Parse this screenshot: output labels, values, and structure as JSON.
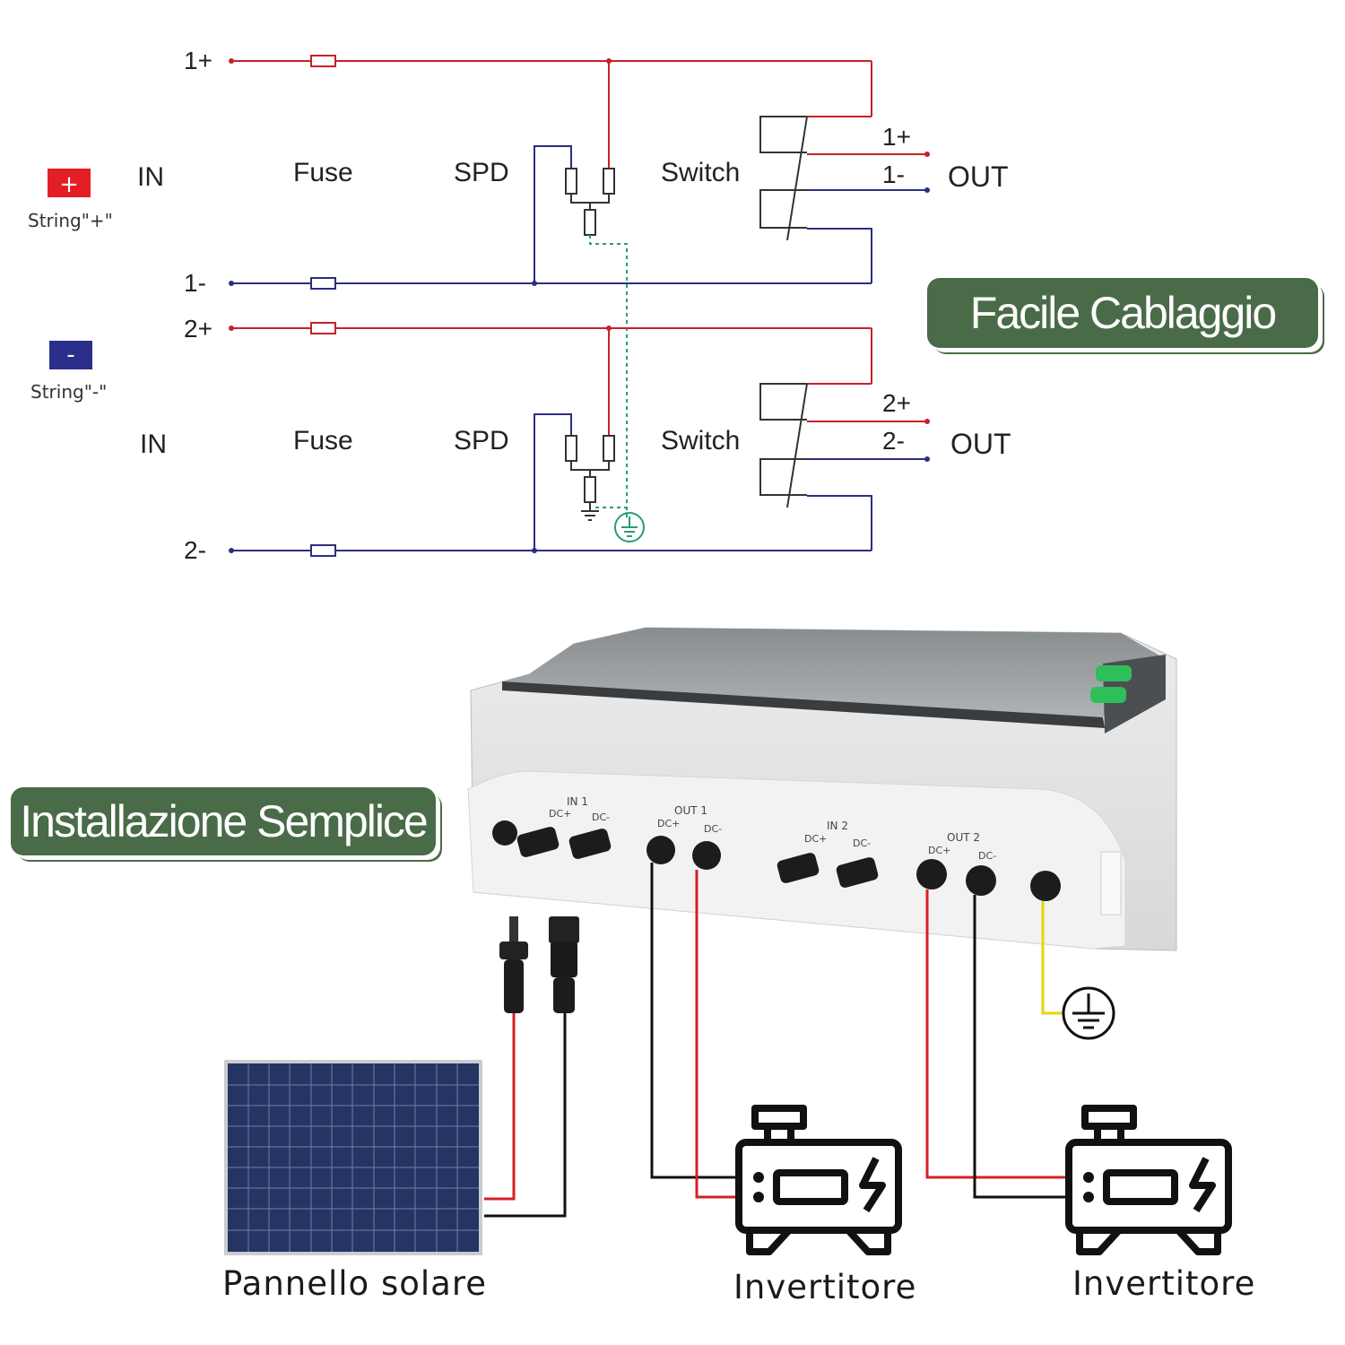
{
  "schematic": {
    "string_plus": {
      "symbol": "+",
      "label": "String\"+\"",
      "color": "#e31e24"
    },
    "string_minus": {
      "symbol": "-",
      "label": "String\"-\"",
      "color": "#2b2f8c"
    },
    "circuit1": {
      "in": "IN",
      "fuse": "Fuse",
      "spd": "SPD",
      "switch": "Switch",
      "out": "OUT",
      "in_plus": "1+",
      "in_minus": "1-",
      "out_plus": "1+",
      "out_minus": "1-"
    },
    "circuit2": {
      "in": "IN",
      "fuse": "Fuse",
      "spd": "SPD",
      "switch": "Switch",
      "out": "OUT",
      "in_plus": "2+",
      "in_minus": "2-",
      "out_plus": "2+",
      "out_minus": "2-"
    },
    "wire_colors": {
      "positive": "#c8202a",
      "negative": "#2a2f80",
      "ground": "#2a9d6f"
    }
  },
  "banners": {
    "top": "Facile Cablaggio",
    "left": "Installazione Semplice",
    "color": "#4a6b48"
  },
  "box": {
    "in1": "IN 1",
    "out1": "OUT 1",
    "in2": "IN 2",
    "out2": "OUT 2",
    "dc_plus": "DC+",
    "dc_minus": "DC-"
  },
  "captions": {
    "panel": "Pannello solare",
    "inverter1": "Invertitore",
    "inverter2": "Invertitore"
  },
  "icons": [
    "solar-panel-icon",
    "inverter-icon",
    "ground-icon",
    "mc4-connector-icon"
  ]
}
